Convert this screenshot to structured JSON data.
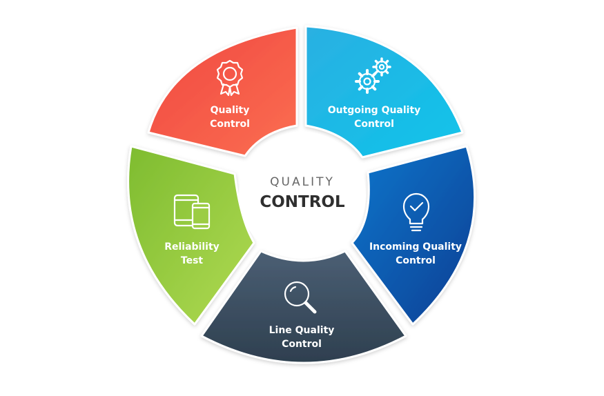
{
  "center": {
    "line1": "QUALITY",
    "line2": "CONTROL"
  },
  "segments": [
    {
      "id": "quality-control",
      "lines": [
        "Quality",
        "Control"
      ],
      "icon": "award-badge-icon",
      "color_start": "#f0473f",
      "color_end": "#fb6e52"
    },
    {
      "id": "outgoing-quality-control",
      "lines": [
        "Outgoing Quality",
        "Control"
      ],
      "icon": "gears-icon",
      "color_start": "#2ab0e2",
      "color_end": "#0fc4ea"
    },
    {
      "id": "incoming-quality-control",
      "lines": [
        "Incoming Quality",
        "Control"
      ],
      "icon": "lightbulb-check-icon",
      "color_start": "#0a3f93",
      "color_end": "#1276cc"
    },
    {
      "id": "line-quality-control",
      "lines": [
        "Line Quality",
        "Control"
      ],
      "icon": "magnifier-icon",
      "color_start": "#2e3f4f",
      "color_end": "#4b5f74"
    },
    {
      "id": "reliability-test",
      "lines": [
        "Reliability",
        "Test"
      ],
      "icon": "devices-icon",
      "color_start": "#7ebc30",
      "color_end": "#b0da52"
    }
  ]
}
